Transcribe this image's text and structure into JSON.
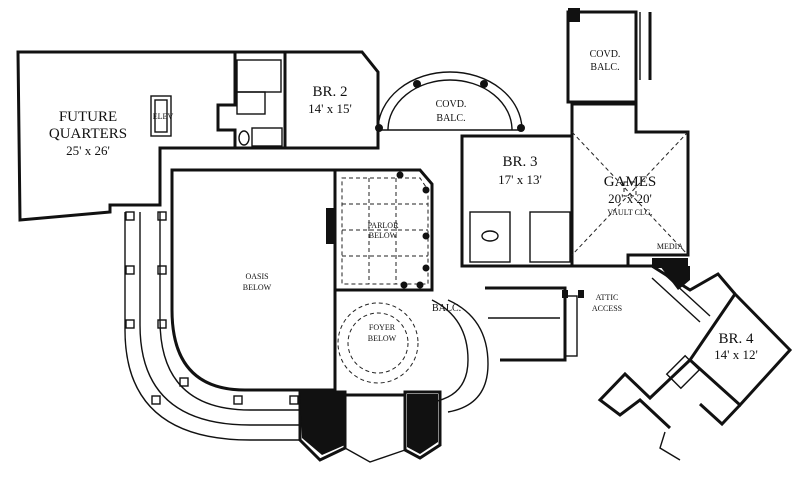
{
  "labels": {
    "future_quarters": {
      "name1": "FUTURE",
      "name2": "QUARTERS",
      "size": "25' x 26'"
    },
    "elevator": "ELEV",
    "br2": {
      "name": "BR. 2",
      "size": "14' x 15'"
    },
    "covd_balc_center": {
      "line1": "COVD.",
      "line2": "BALC."
    },
    "covd_balc_top": {
      "line1": "COVD.",
      "line2": "BALC."
    },
    "br3": {
      "name": "BR. 3",
      "size": "17' x 13'"
    },
    "games": {
      "name": "GAMES",
      "size": "20' x 20'",
      "note": "VAULT CLG."
    },
    "media": "MEDIA",
    "parlor": {
      "line1": "PARLOR",
      "line2": "BELOW"
    },
    "oasis": {
      "line1": "OASIS",
      "line2": "BELOW"
    },
    "balc": "BALC.",
    "foyer": {
      "line1": "FOYER",
      "line2": "BELOW"
    },
    "attic": {
      "line1": "ATTIC",
      "line2": "ACCESS"
    },
    "br4": {
      "name": "BR. 4",
      "size": "14' x 12'"
    }
  }
}
